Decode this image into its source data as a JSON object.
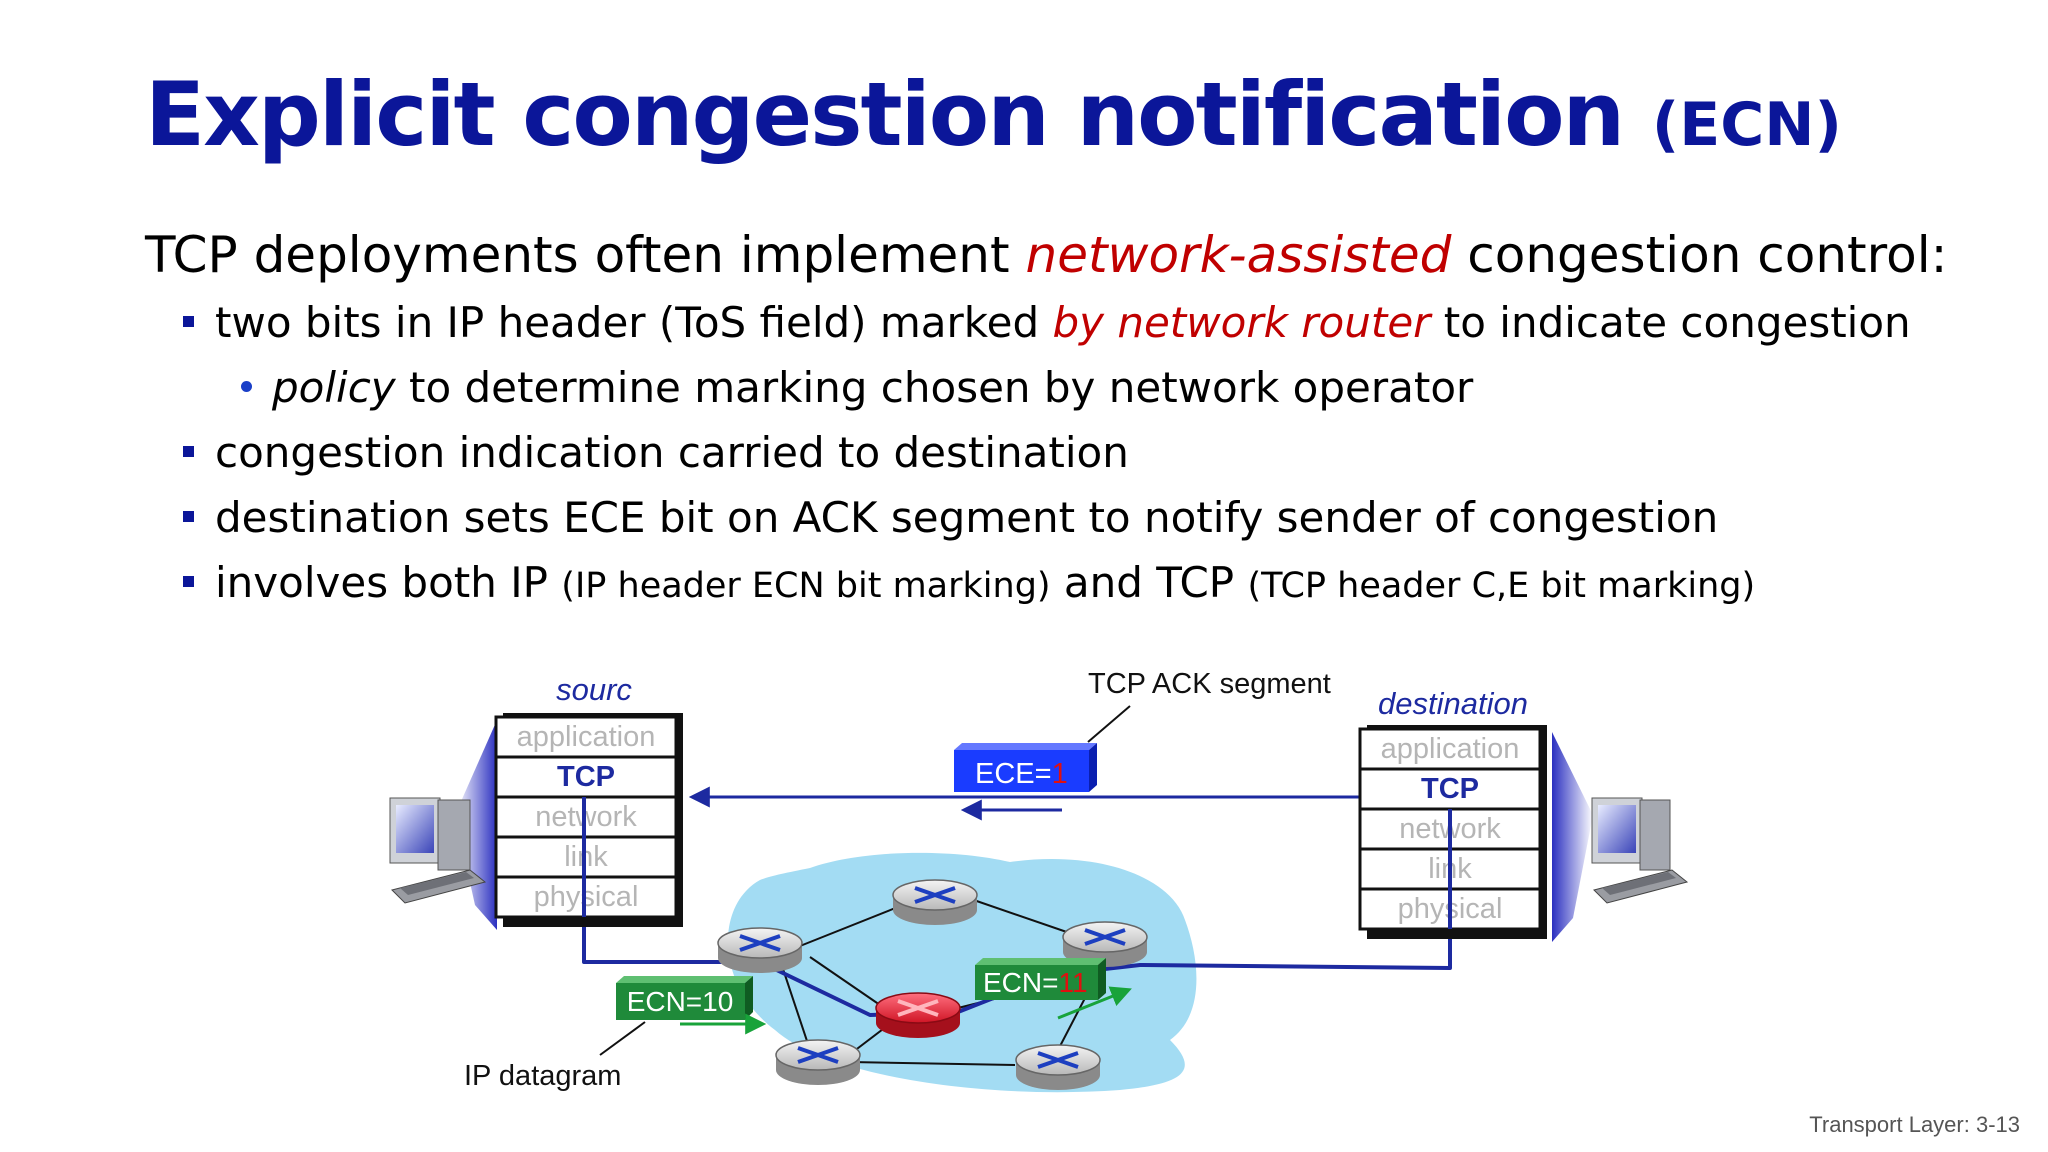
{
  "slide": {
    "title": "Explicit congestion notification",
    "title_abbr": "(ECN)",
    "lead": {
      "before": "TCP deployments often implement ",
      "emph": "network-assisted",
      "after": " congestion control:"
    },
    "bullets": [
      {
        "before": "two bits in IP header (ToS field) marked ",
        "emph": "by network router",
        "after": " to indicate congestion"
      },
      {
        "emph": "policy",
        "after": " to determine marking chosen by network operator"
      },
      {
        "text": "congestion indication carried to destination"
      },
      {
        "text": "destination sets ECE bit on ACK segment to notify sender of congestion"
      },
      {
        "t1": "involves both IP ",
        "s1": "(IP header ECN bit marking)",
        "t2": " and TCP ",
        "s2": "(TCP header C,E bit marking)"
      }
    ],
    "footer": "Transport Layer: 3-13"
  },
  "diagram": {
    "source_label": "sourc",
    "destination_label": "destination",
    "layers": [
      "application",
      "TCP",
      "network",
      "link",
      "physical"
    ],
    "ack_label": "TCP ACK segment",
    "ece_prefix": "ECE=",
    "ece_value": "1",
    "ecn_source": "ECN=10",
    "ecn_marked_prefix": "ECN=",
    "ecn_marked_value": "11",
    "ip_label": "IP datagram",
    "colors": {
      "title": "#0b1699",
      "emphasis": "#c00000",
      "cloud": "#a3dcf3",
      "ece_box": "#1a3cff",
      "ecn_box": "#1f8a3a",
      "path": "#1d2aa0",
      "congested_router": "#e02030"
    }
  }
}
